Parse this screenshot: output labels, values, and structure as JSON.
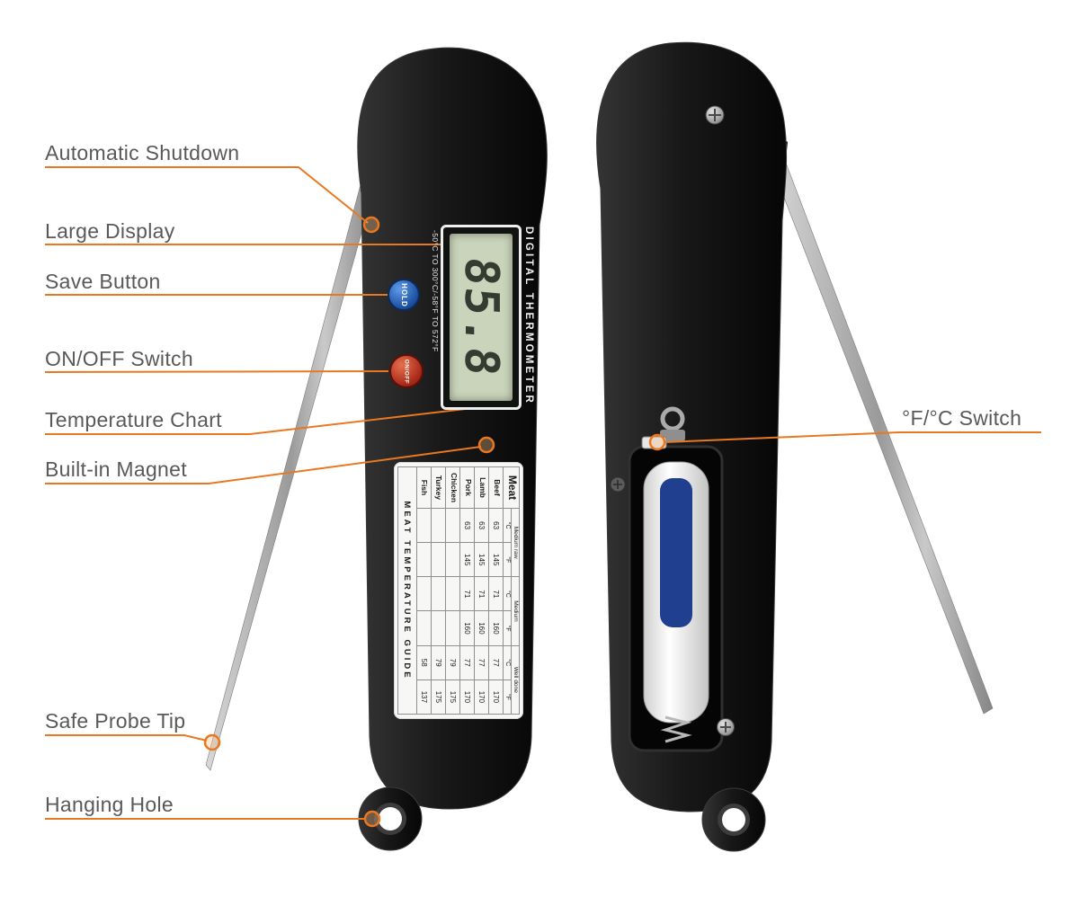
{
  "callouts": {
    "automatic_shutdown": "Automatic Shutdown",
    "large_display": "Large Display",
    "save_button": "Save Button",
    "on_off_switch": "ON/OFF Switch",
    "temperature_chart": "Temperature Chart",
    "built_in_magnet": "Built-in Magnet",
    "safe_probe_tip": "Safe Probe Tip",
    "hanging_hole": "Hanging Hole",
    "f_c_switch": "°F/°C Switch"
  },
  "product": {
    "front": {
      "display_value": "85.8",
      "brand_text": "DIGITAL THERMOMETER",
      "range_text": "-50°C TO 300°C/-58°F TO 572°F",
      "hold_button_label": "HOLD",
      "power_button_label": "ON/OFF"
    },
    "meat_chart": {
      "guide_label": "MEAT TEMPERATURE GUIDE",
      "meat_header": "Meat",
      "doneness_headers": [
        "Medium raw",
        "Medium",
        "Well done"
      ],
      "unit_celsius": "°C",
      "unit_fahrenheit": "°F",
      "rows": [
        {
          "meat": "Beef",
          "values": [
            "63",
            "145",
            "71",
            "160",
            "77",
            "170"
          ]
        },
        {
          "meat": "Lamb",
          "values": [
            "63",
            "145",
            "71",
            "160",
            "77",
            "170"
          ]
        },
        {
          "meat": "Pork",
          "values": [
            "63",
            "145",
            "71",
            "160",
            "77",
            "170"
          ]
        },
        {
          "meat": "Chicken",
          "values": [
            "",
            "",
            "",
            "",
            "79",
            "175"
          ]
        },
        {
          "meat": "Turkey",
          "values": [
            "",
            "",
            "",
            "",
            "79",
            "175"
          ]
        },
        {
          "meat": "Fish",
          "values": [
            "",
            "",
            "",
            "",
            "58",
            "137"
          ]
        }
      ]
    }
  },
  "colors": {
    "accent_orange": "#E87822",
    "body_black": "#151515",
    "lcd_green": "#C9D4BA",
    "hold_blue": "#1B4FA0",
    "power_red": "#A62818",
    "battery_blue": "#20408F",
    "label_gray": "#595959"
  }
}
